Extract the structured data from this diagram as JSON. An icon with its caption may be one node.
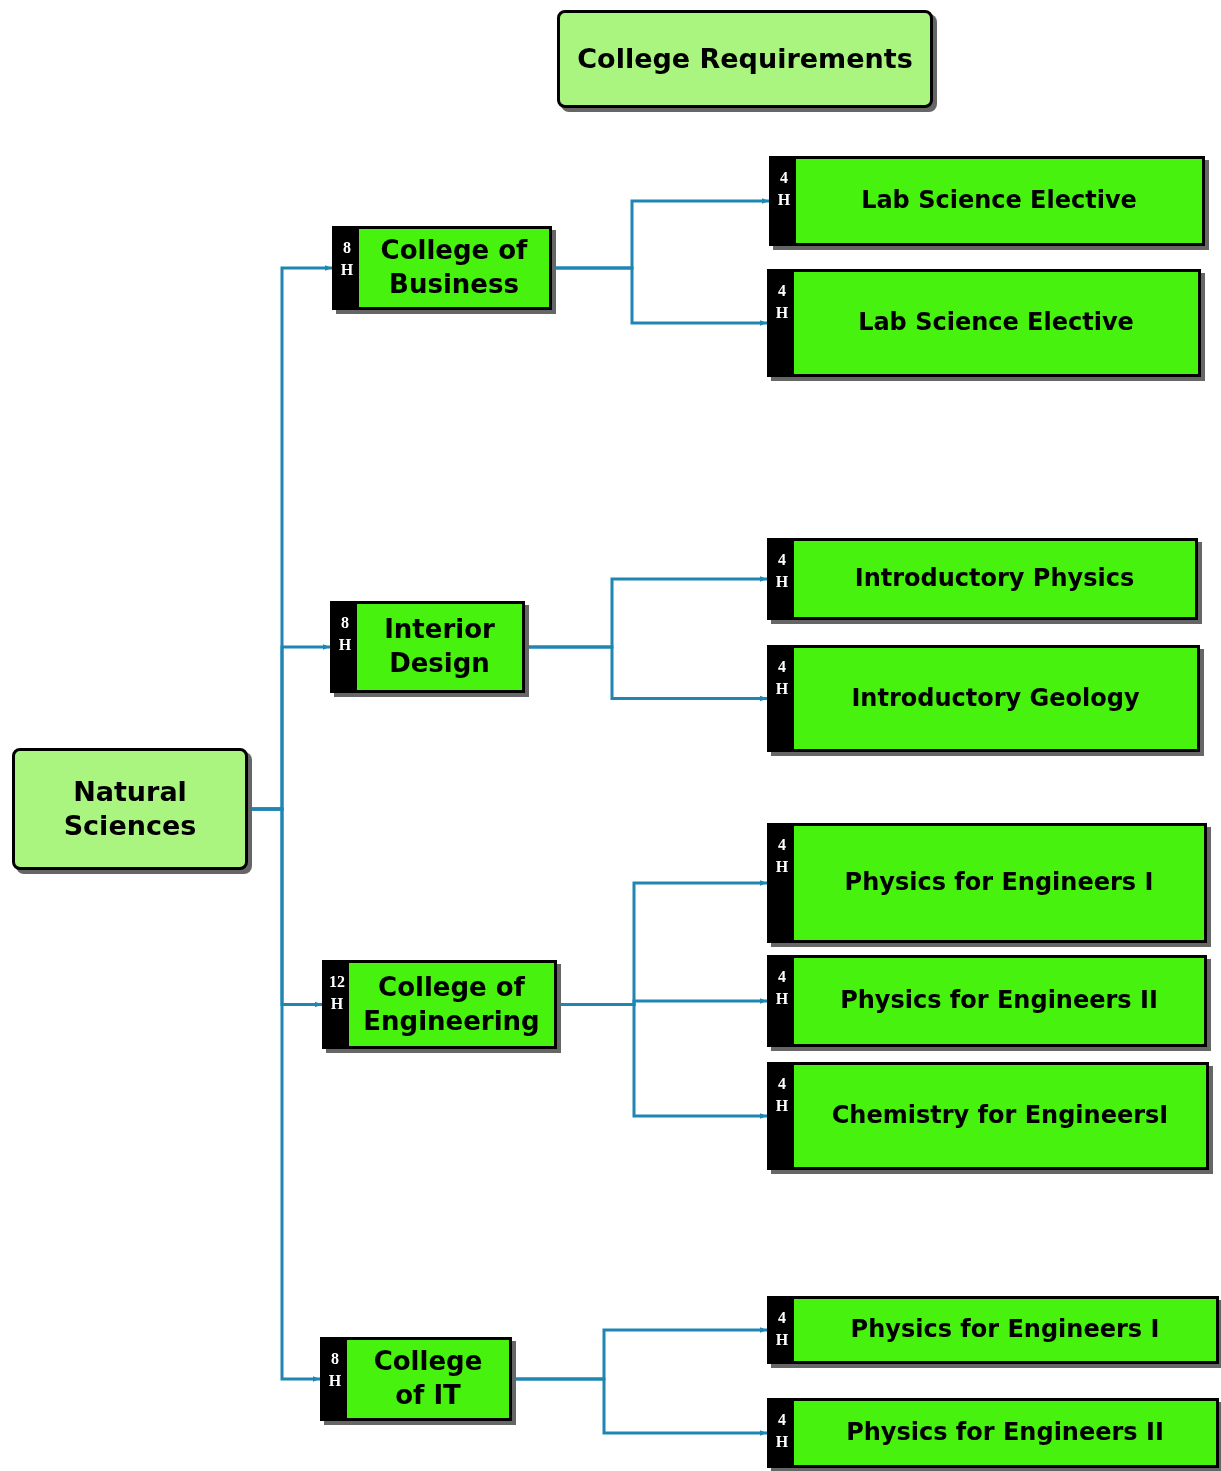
{
  "diagram": {
    "nodes": [
      {
        "text": [
          "College Requirements"
        ]
      },
      {
        "text": [
          "Natural Sciences"
        ]
      },
      {
        "text": [
          "8 H",
          "College of Business"
        ]
      },
      {
        "text": [
          "4 H",
          "Lab Science Elective"
        ]
      },
      {
        "text": [
          "4 H",
          "Lab Science Elective"
        ]
      },
      {
        "text": [
          "8 H",
          "Interior Design"
        ]
      },
      {
        "text": [
          "4 H",
          "Introductory Physics"
        ]
      },
      {
        "text": [
          "4 H",
          "Introductory Geology"
        ]
      },
      {
        "text": [
          "12 H",
          "College of Engineering"
        ]
      },
      {
        "text": [
          "4 H",
          "Physics for Engineers I"
        ]
      },
      {
        "text": [
          "4 H",
          "Physics for Engineers II"
        ]
      },
      {
        "text": [
          "4 H",
          "Chemistry for EngineersI"
        ]
      },
      {
        "text": [
          "8 H",
          "College of IT"
        ]
      },
      {
        "text": [
          "4 H",
          "Physics for Engineers I"
        ]
      },
      {
        "text": [
          "4 H",
          "Physics for Engineers II"
        ]
      }
    ],
    "edges": [
      {
        "from": 1,
        "to": 2,
        "arrow": "to"
      },
      {
        "from": 1,
        "to": 5,
        "arrow": "to"
      },
      {
        "from": 1,
        "to": 8,
        "arrow": "to"
      },
      {
        "from": 1,
        "to": 12,
        "arrow": "to"
      },
      {
        "from": 2,
        "to": 3,
        "arrow": "to"
      },
      {
        "from": 2,
        "to": 4,
        "arrow": "to"
      },
      {
        "from": 5,
        "to": 6,
        "arrow": "to"
      },
      {
        "from": 5,
        "to": 7,
        "arrow": "to"
      },
      {
        "from": 8,
        "to": 9,
        "arrow": "to"
      },
      {
        "from": 8,
        "to": 10,
        "arrow": "to"
      },
      {
        "from": 8,
        "to": 11,
        "arrow": "to"
      },
      {
        "from": 12,
        "to": 13,
        "arrow": "to"
      },
      {
        "from": 12,
        "to": 14,
        "arrow": "to"
      }
    ]
  }
}
